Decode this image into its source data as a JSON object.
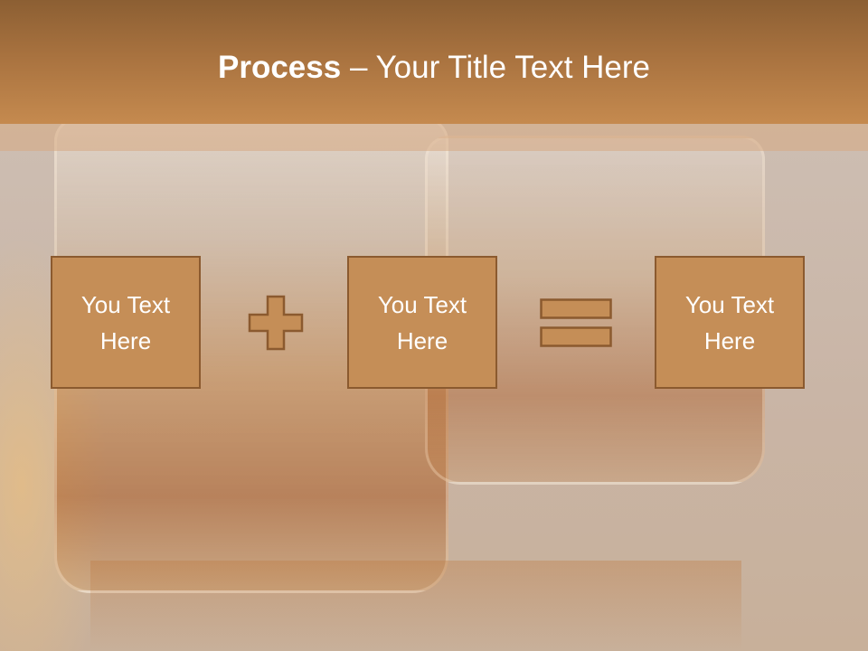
{
  "slide": {
    "title_bold": "Process",
    "title_rest": " – Your Title Text Here",
    "colors": {
      "header": "#a8723f",
      "box_fill": "#c58e57",
      "box_border": "#8b5a2f",
      "text": "#ffffff"
    }
  },
  "process": {
    "steps": [
      {
        "line1": "You Text",
        "line2": "Here"
      },
      {
        "line1": "You Text",
        "line2": "Here"
      },
      {
        "line1": "You Text",
        "line2": "Here"
      }
    ],
    "operators": [
      "plus-icon",
      "equals-icon"
    ]
  }
}
